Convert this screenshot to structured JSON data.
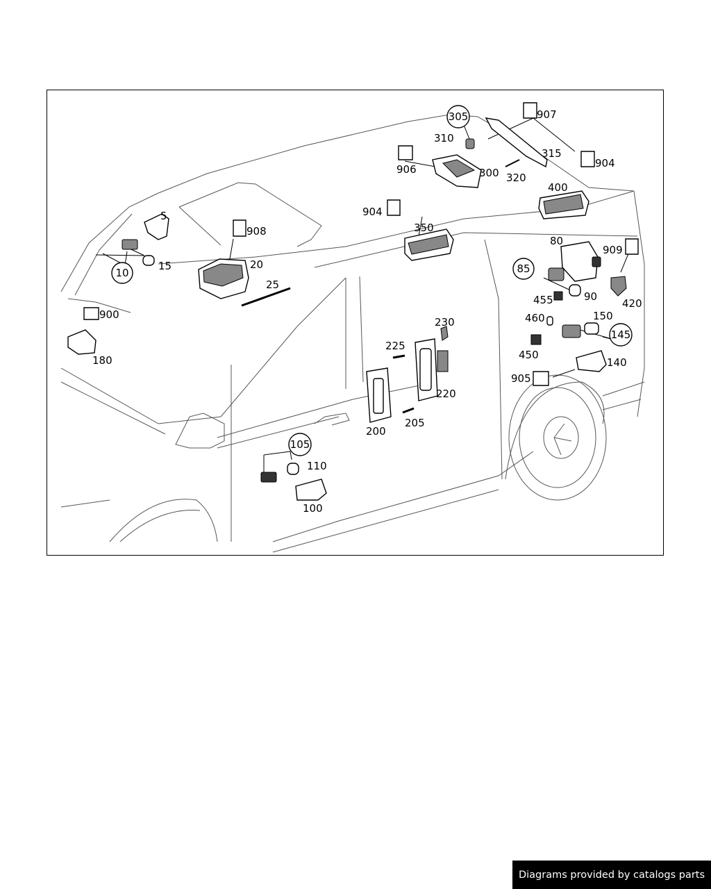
{
  "diagram": {
    "part_labels": {
      "p5": "5",
      "p10": "10",
      "p15": "15",
      "p20": "20",
      "p25": "25",
      "p80": "80",
      "p85": "85",
      "p90": "90",
      "p100": "100",
      "p105": "105",
      "p110": "110",
      "p140": "140",
      "p145": "145",
      "p150": "150",
      "p180": "180",
      "p200": "200",
      "p205": "205",
      "p220": "220",
      "p225": "225",
      "p230": "230",
      "p300": "300",
      "p305": "305",
      "p310": "310",
      "p315": "315",
      "p320": "320",
      "p350": "350",
      "p400": "400",
      "p420": "420",
      "p450": "450",
      "p455": "455",
      "p460": "460"
    },
    "ref_labels": {
      "r900": "900",
      "r904a": "904",
      "r904b": "904",
      "r905": "905",
      "r906": "906",
      "r907": "907",
      "r908": "908",
      "r909": "909"
    }
  },
  "footer": {
    "credit": "Diagrams provided by catalogs parts"
  }
}
